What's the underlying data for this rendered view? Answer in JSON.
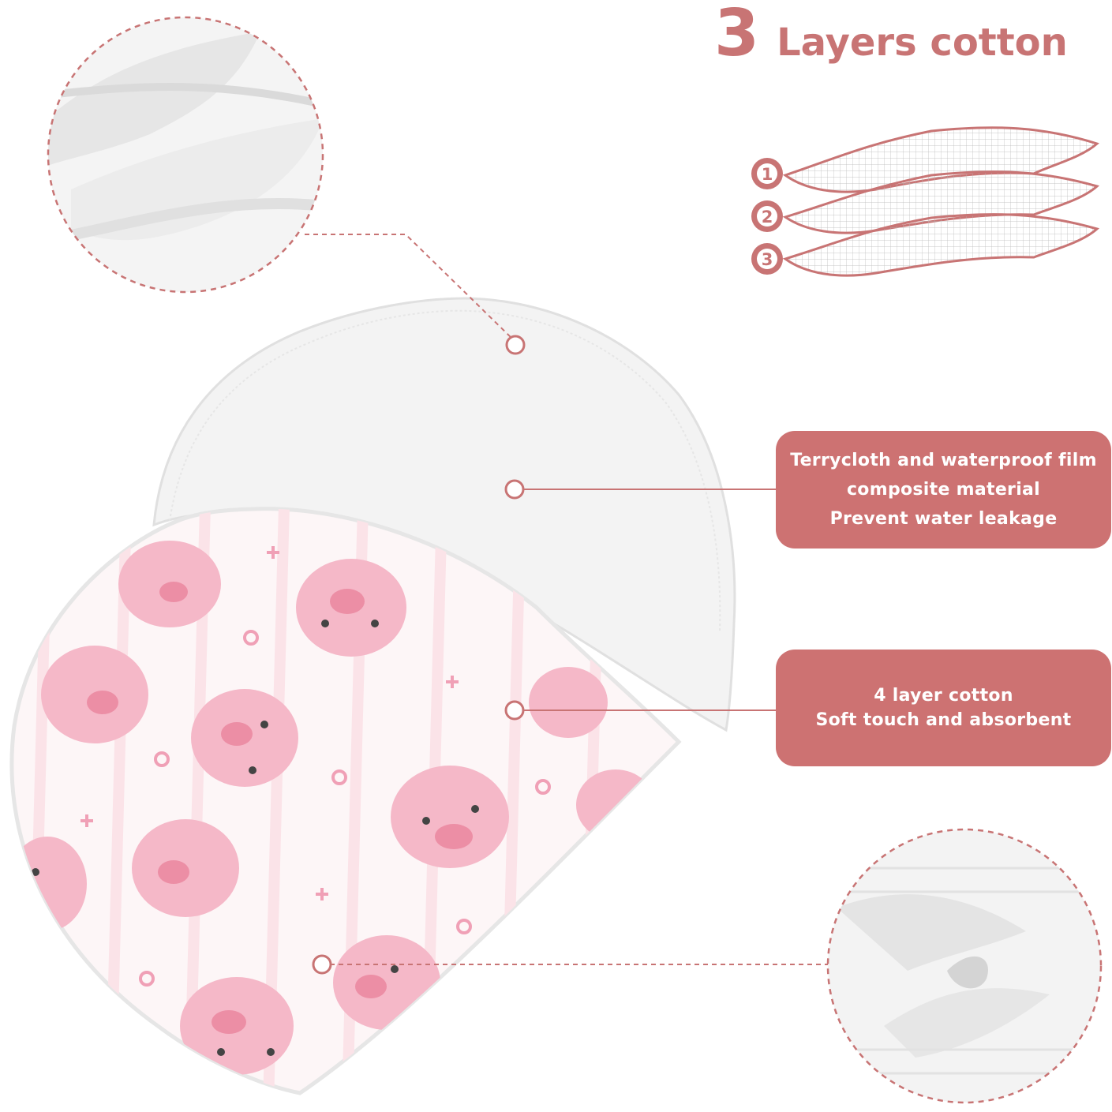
{
  "title": {
    "number": "3",
    "text": "Layers cotton"
  },
  "layers": [
    "1",
    "2",
    "3"
  ],
  "features": {
    "box1": [
      "Terrycloth and waterproof film",
      "composite material",
      "Prevent water leakage"
    ],
    "box2": [
      "4 layer cotton",
      "Soft touch and absorbent"
    ]
  },
  "colors": {
    "accent": "#cd7272",
    "pig": "#f5b8c8",
    "terry": "#f2f2f2"
  }
}
